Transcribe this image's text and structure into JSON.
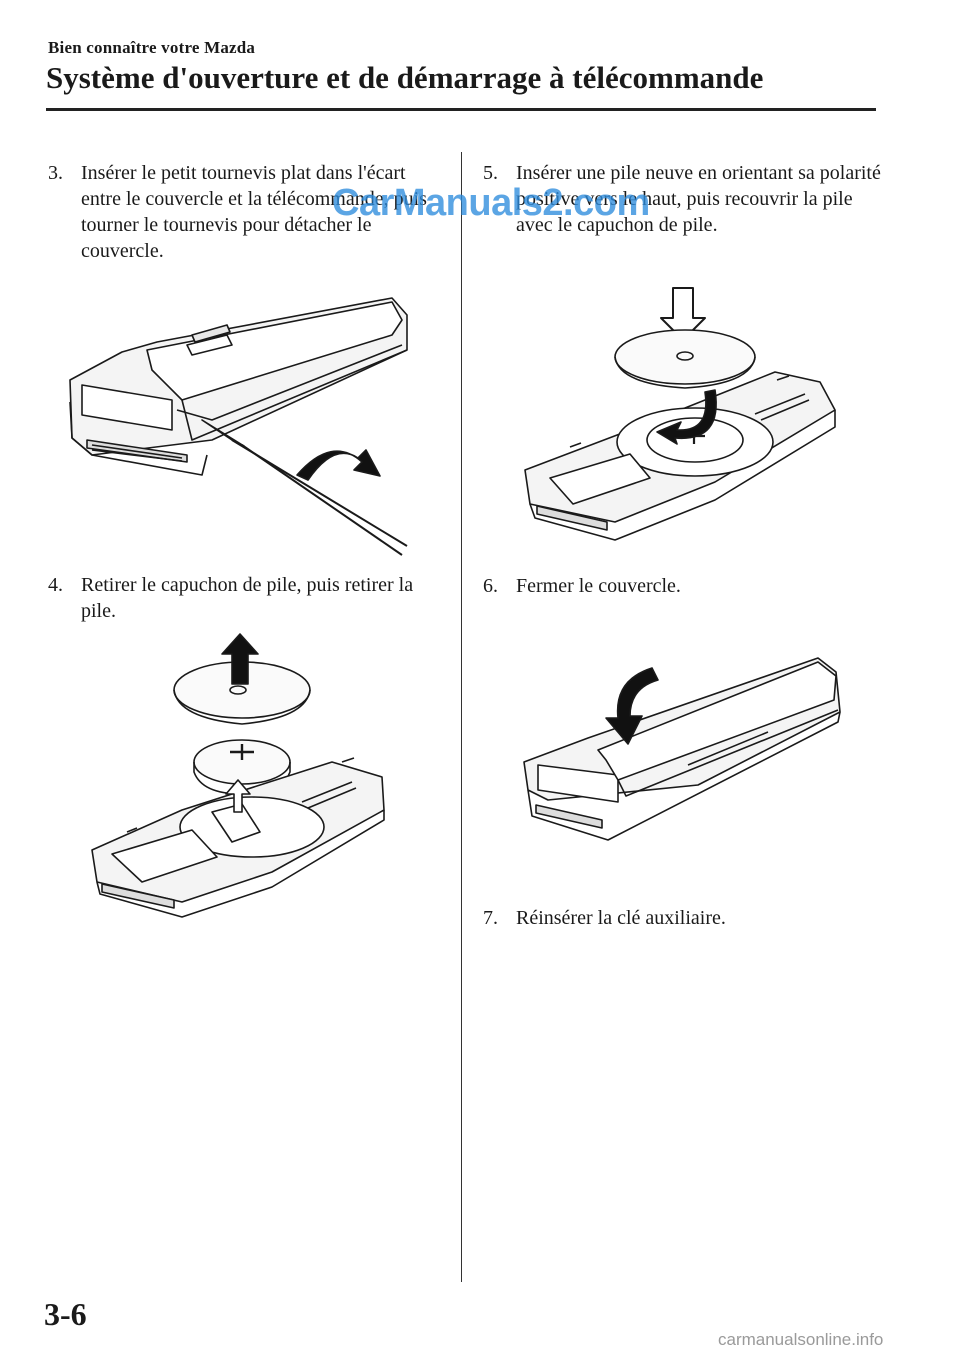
{
  "header": {
    "section": "Bien connaître votre Mazda",
    "title": "Système d'ouverture et de démarrage à télécommande"
  },
  "steps": [
    {
      "number": "3.",
      "text": "Insérer le petit tournevis plat dans l'écart entre le couvercle et la télécommande, puis tourner le tournevis pour détacher le couvercle."
    },
    {
      "number": "4.",
      "text": "Retirer le capuchon de pile, puis retirer la pile."
    },
    {
      "number": "5.",
      "text": "Insérer une pile neuve en orientant sa polarité positive vers le haut, puis recouvrir la pile avec le capuchon de pile."
    },
    {
      "number": "6.",
      "text": "Fermer le couvercle."
    },
    {
      "number": "7.",
      "text": "Réinsérer la clé auxiliaire."
    }
  ],
  "figures": [
    {
      "id": "screwdriver-opening",
      "icon": "remote-cover-screwdriver"
    },
    {
      "id": "battery-removal",
      "icon": "remote-battery-removal"
    },
    {
      "id": "battery-insertion",
      "icon": "remote-battery-insertion"
    },
    {
      "id": "cover-closing",
      "icon": "remote-cover-closing"
    }
  ],
  "watermark": "CarManuals2.com",
  "footer": {
    "page_number": "3-6",
    "brand": "carmanualsonline.info"
  }
}
